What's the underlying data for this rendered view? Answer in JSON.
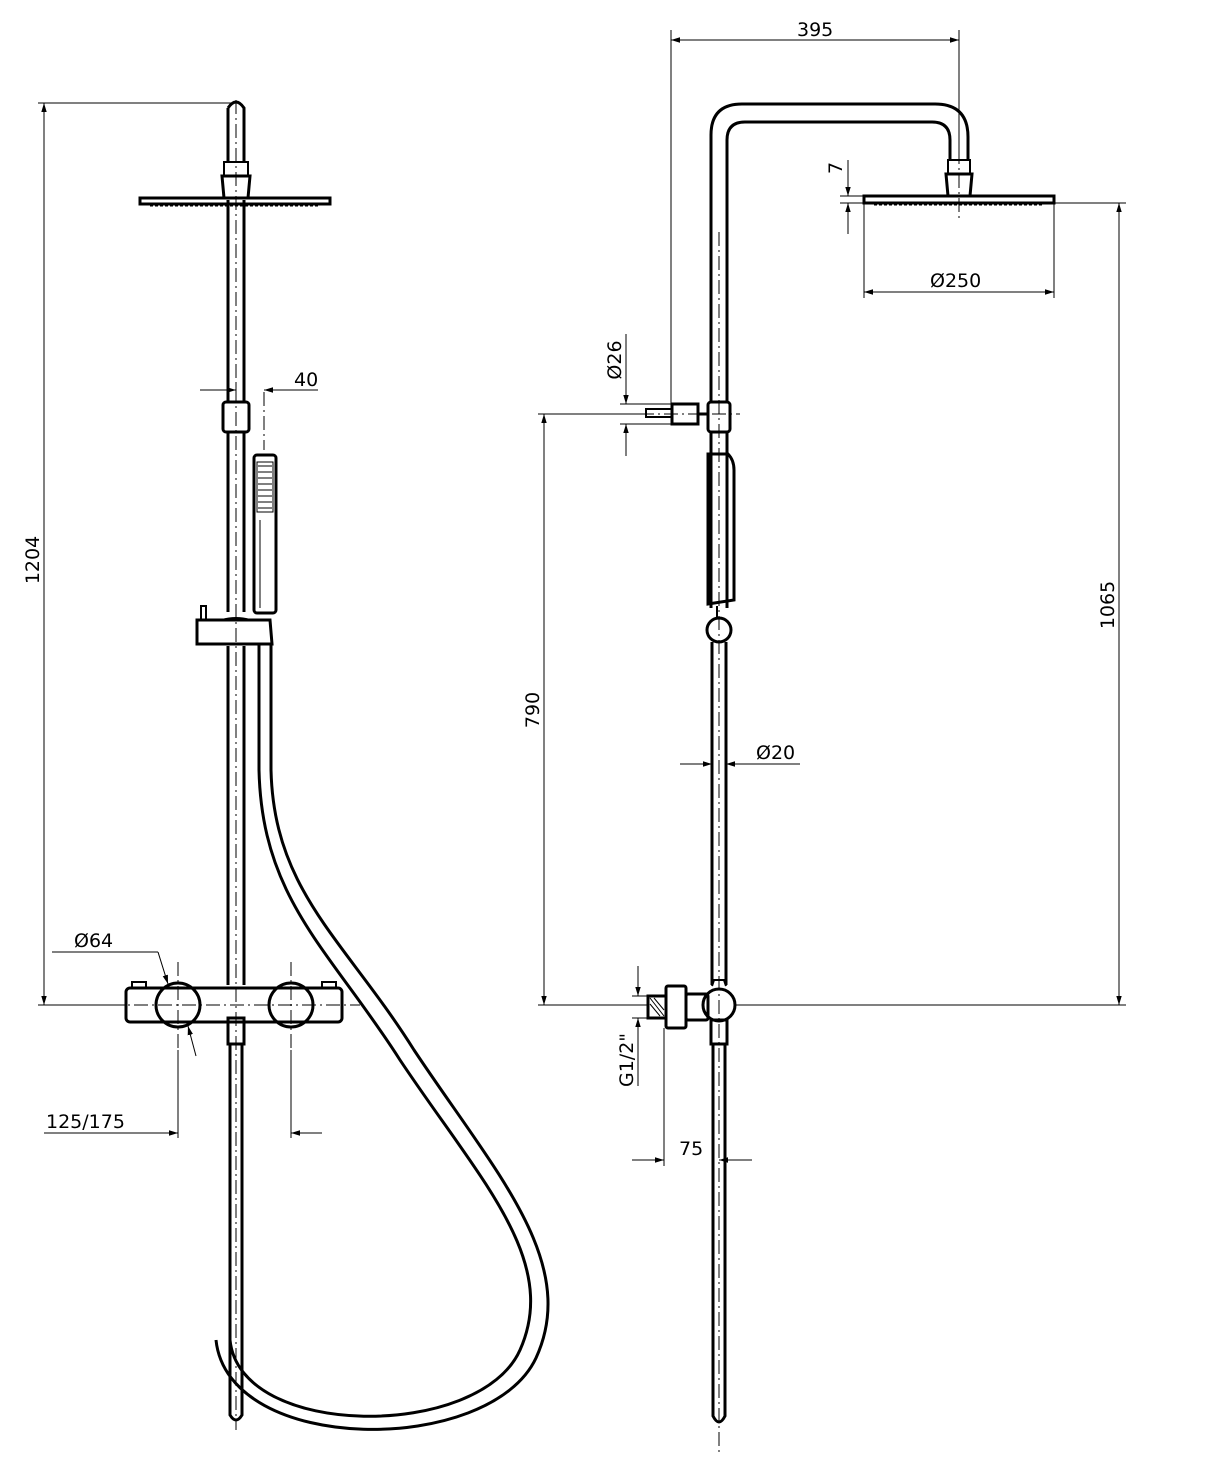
{
  "front_view": {
    "dimensions": {
      "total_height": "1204",
      "hand_shower_offset": "40",
      "handle_diameter": "Ø64",
      "handle_spacing": "125/175"
    }
  },
  "side_view": {
    "dimensions": {
      "arm_reach": "395",
      "head_thickness": "7",
      "head_diameter": "Ø250",
      "bracket_diameter": "Ø26",
      "bracket_height": "790",
      "head_height": "1065",
      "riser_diameter": "Ø20",
      "connection_thread": "G1/2\"",
      "wall_distance": "75"
    }
  }
}
